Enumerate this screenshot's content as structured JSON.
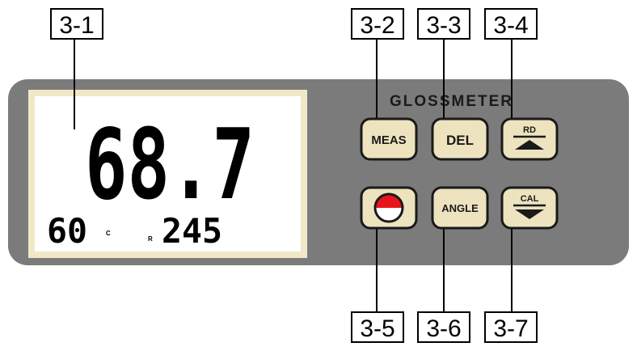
{
  "device": {
    "brand_label": "GLOSSMETER"
  },
  "lcd": {
    "main_reading": "68.7",
    "angle_value": "60",
    "angle_unit": "C",
    "record_value": "245",
    "record_unit": "R"
  },
  "keys": {
    "meas_label": "MEAS",
    "del_label": "DEL",
    "rd_label": "RD",
    "angle_label": "ANGLE",
    "cal_label": "CAL",
    "power_icon": "red-white-circle-icon",
    "up_icon": "up-triangle-icon",
    "down_icon": "down-triangle-icon"
  },
  "callouts": {
    "c1": "3-1",
    "c2": "3-2",
    "c3": "3-3",
    "c4": "3-4",
    "c5": "3-5",
    "c6": "3-6",
    "c7": "3-7"
  },
  "colors": {
    "panel": "#7b7b7b",
    "lcd_bezel": "#f1e8c8",
    "lcd_screen": "#ffffff",
    "key_face": "#ede3be",
    "power_red": "#e8141b"
  }
}
